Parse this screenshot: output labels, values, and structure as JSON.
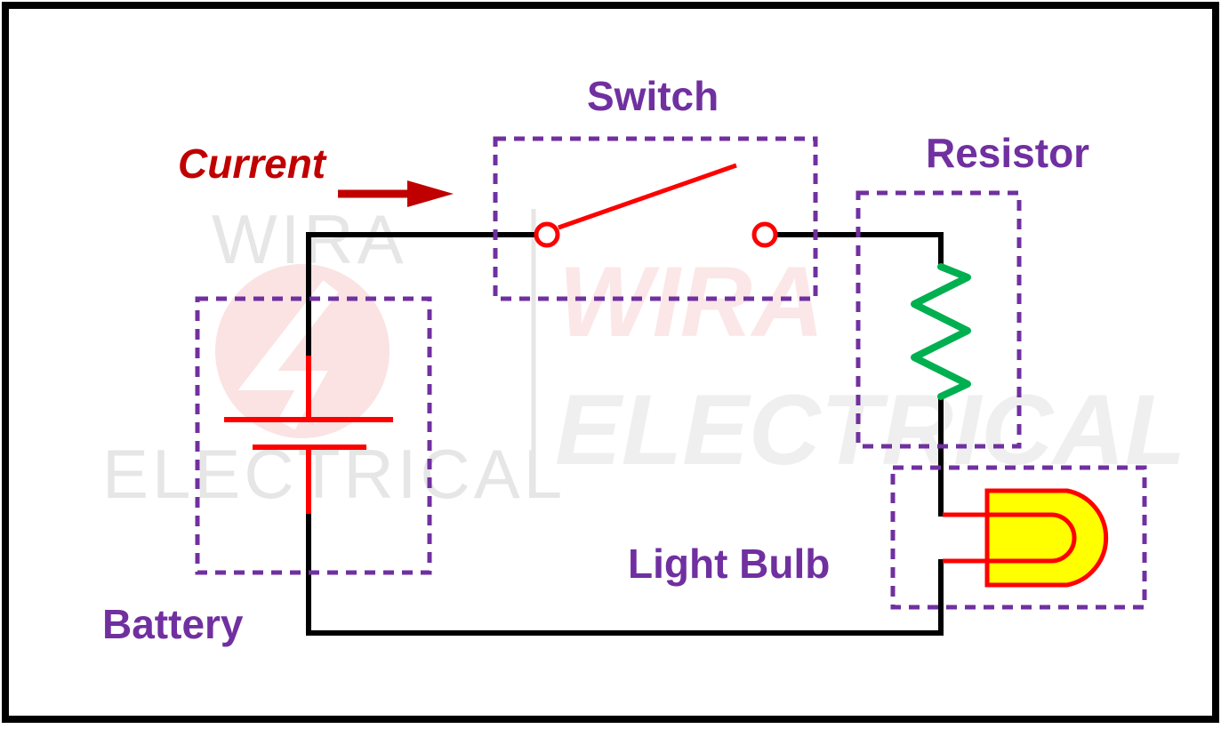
{
  "labels": {
    "switch": "Switch",
    "resistor": "Resistor",
    "current": "Current",
    "battery": "Battery",
    "light_bulb": "Light Bulb"
  },
  "watermark": {
    "left_top": "WIRA",
    "left_bottom": "ELECTRICAL",
    "right_top": "WIRA",
    "right_bottom": "ELECTRICAL"
  },
  "colors": {
    "wire": "#000000",
    "component": "#ff0000",
    "resistor": "#00b050",
    "bulb_fill": "#ffff00",
    "box": "#7030a0",
    "label": "#7030a0",
    "current": "#c00000"
  }
}
